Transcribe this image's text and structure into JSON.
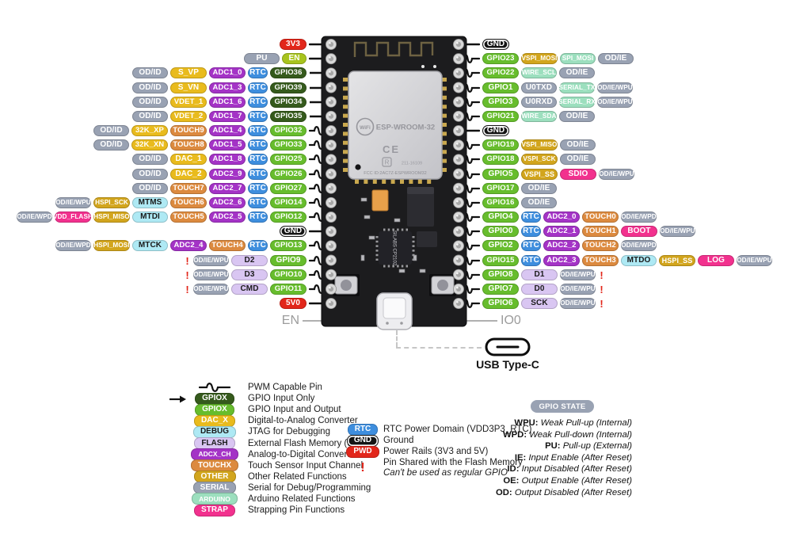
{
  "colors": {
    "pwr": "#e2261a",
    "gnd": "#141414",
    "en": "#a8c41e",
    "state": "#99a2b3",
    "yellow": "#e9bb1d",
    "touch": "#dc8a3f",
    "adc": "#a433c6",
    "rtc": "#3e8ede",
    "gpio": "#67bd2d",
    "gpin": "#355a1c",
    "debug": "#aee9f4",
    "flash": "#d9c6f2",
    "other": "#d2a51d",
    "serial": "#99a2b3",
    "ard": "#9cdfbe",
    "strap": "#f2318e",
    "bang": "#e2261a"
  },
  "left_pins": [
    {
      "conn": "line",
      "badges": [
        [
          "3V3",
          "pwr"
        ]
      ]
    },
    {
      "conn": "line",
      "badges": [
        [
          "PU",
          "state"
        ],
        [
          "EN",
          "en"
        ]
      ]
    },
    {
      "conn": "arrow",
      "badges": [
        [
          "OD/ID",
          "state"
        ],
        [
          "S_VP",
          "yellow"
        ],
        [
          "ADC1_0",
          "adc"
        ],
        [
          "RTC",
          "rtc"
        ],
        [
          "GPIO36",
          "gpin"
        ]
      ]
    },
    {
      "conn": "arrow",
      "badges": [
        [
          "OD/ID",
          "state"
        ],
        [
          "S_VN",
          "yellow"
        ],
        [
          "ADC1_3",
          "adc"
        ],
        [
          "RTC",
          "rtc"
        ],
        [
          "GPIO39",
          "gpin"
        ]
      ]
    },
    {
      "conn": "arrow",
      "badges": [
        [
          "OD/ID",
          "state"
        ],
        [
          "VDET_1",
          "yellow"
        ],
        [
          "ADC1_6",
          "adc"
        ],
        [
          "RTC",
          "rtc"
        ],
        [
          "GPIO34",
          "gpin"
        ]
      ]
    },
    {
      "conn": "arrow",
      "badges": [
        [
          "OD/ID",
          "state"
        ],
        [
          "VDET_2",
          "yellow"
        ],
        [
          "ADC1_7",
          "adc"
        ],
        [
          "RTC",
          "rtc"
        ],
        [
          "GPIO35",
          "gpin"
        ]
      ]
    },
    {
      "conn": "squig",
      "badges": [
        [
          "OD/ID",
          "state"
        ],
        [
          "32K_XP",
          "yellow"
        ],
        [
          "TOUCH9",
          "touch"
        ],
        [
          "ADC1_4",
          "adc"
        ],
        [
          "RTC",
          "rtc"
        ],
        [
          "GPIO32",
          "gpio"
        ]
      ]
    },
    {
      "conn": "squig",
      "badges": [
        [
          "OD/ID",
          "state"
        ],
        [
          "32K_XN",
          "yellow"
        ],
        [
          "TOUCH8",
          "touch"
        ],
        [
          "ADC1_5",
          "adc"
        ],
        [
          "RTC",
          "rtc"
        ],
        [
          "GPIO33",
          "gpio"
        ]
      ]
    },
    {
      "conn": "squig",
      "badges": [
        [
          "OD/ID",
          "state"
        ],
        [
          "DAC_1",
          "yellow"
        ],
        [
          "ADC1_8",
          "adc"
        ],
        [
          "RTC",
          "rtc"
        ],
        [
          "GPIO25",
          "gpio"
        ]
      ]
    },
    {
      "conn": "squig",
      "badges": [
        [
          "OD/ID",
          "state"
        ],
        [
          "DAC_2",
          "yellow"
        ],
        [
          "ADC2_9",
          "adc"
        ],
        [
          "RTC",
          "rtc"
        ],
        [
          "GPIO26",
          "gpio"
        ]
      ]
    },
    {
      "conn": "squig",
      "badges": [
        [
          "OD/ID",
          "state"
        ],
        [
          "TOUCH7",
          "touch"
        ],
        [
          "ADC2_7",
          "adc"
        ],
        [
          "RTC",
          "rtc"
        ],
        [
          "GPIO27",
          "gpio"
        ]
      ]
    },
    {
      "conn": "squig",
      "badges": [
        [
          "OD/IE/WPU",
          "state"
        ],
        [
          "HSPI_SCK",
          "other"
        ],
        [
          "MTMS",
          "debug"
        ],
        [
          "TOUCH6",
          "touch"
        ],
        [
          "ADC2_6",
          "adc"
        ],
        [
          "RTC",
          "rtc"
        ],
        [
          "GPIO14",
          "gpio"
        ]
      ]
    },
    {
      "conn": "squig",
      "badges": [
        [
          "OD/IE/WPD",
          "state"
        ],
        [
          "VDD_FLASH",
          "strap"
        ],
        [
          "HSPI_MISO",
          "other"
        ],
        [
          "MTDI",
          "debug"
        ],
        [
          "TOUCH5",
          "touch"
        ],
        [
          "ADC2_5",
          "adc"
        ],
        [
          "RTC",
          "rtc"
        ],
        [
          "GPIO12",
          "gpio"
        ]
      ]
    },
    {
      "conn": "line",
      "badges": [
        [
          "GND",
          "gnd"
        ]
      ]
    },
    {
      "conn": "squig",
      "badges": [
        [
          "OD/IE/WPD",
          "state"
        ],
        [
          "HSPI_MOSI",
          "other"
        ],
        [
          "MTCK",
          "debug"
        ],
        [
          "ADC2_4",
          "adc"
        ],
        [
          "TOUCH4",
          "touch"
        ],
        [
          "RTC",
          "rtc"
        ],
        [
          "GPIO13",
          "gpio"
        ]
      ]
    },
    {
      "conn": "squig",
      "badges": [
        [
          "!",
          "bang"
        ],
        [
          "OD/IE/WPU",
          "state"
        ],
        [
          "D2",
          "flash"
        ],
        [
          "GPIO9",
          "gpio"
        ]
      ]
    },
    {
      "conn": "squig",
      "badges": [
        [
          "!",
          "bang"
        ],
        [
          "OD/IE/WPU",
          "state"
        ],
        [
          "D3",
          "flash"
        ],
        [
          "GPIO10",
          "gpio"
        ]
      ]
    },
    {
      "conn": "squig",
      "badges": [
        [
          "!",
          "bang"
        ],
        [
          "OD/IE/WPU",
          "state"
        ],
        [
          "CMD",
          "flash"
        ],
        [
          "GPIO11",
          "gpio"
        ]
      ]
    },
    {
      "conn": "line",
      "badges": [
        [
          "5V0",
          "pwr"
        ]
      ]
    }
  ],
  "right_pins": [
    {
      "conn": "line",
      "badges": [
        [
          "GND",
          "gnd"
        ]
      ]
    },
    {
      "conn": "squig",
      "badges": [
        [
          "GPIO23",
          "gpio"
        ],
        [
          "VSPI_MOSI",
          "other"
        ],
        [
          "SPI_MOSI",
          "ard"
        ],
        [
          "OD/IE",
          "state"
        ]
      ]
    },
    {
      "conn": "squig",
      "badges": [
        [
          "GPIO22",
          "gpio"
        ],
        [
          "WIRE_SCL",
          "ard"
        ],
        [
          "OD/IE",
          "state"
        ]
      ]
    },
    {
      "conn": "squig",
      "badges": [
        [
          "GPIO1",
          "gpio"
        ],
        [
          "U0TXD",
          "serial"
        ],
        [
          "SERIAL_TX",
          "ard"
        ],
        [
          "OD/IE/WPU",
          "state"
        ]
      ]
    },
    {
      "conn": "squig",
      "badges": [
        [
          "GPIO3",
          "gpio"
        ],
        [
          "U0RXD",
          "serial"
        ],
        [
          "SERIAL_RX",
          "ard"
        ],
        [
          "OD/IE/WPU",
          "state"
        ]
      ]
    },
    {
      "conn": "squig",
      "badges": [
        [
          "GPIO21",
          "gpio"
        ],
        [
          "WIRE_SDA",
          "ard"
        ],
        [
          "OD/IE",
          "state"
        ]
      ]
    },
    {
      "conn": "line",
      "badges": [
        [
          "GND",
          "gnd"
        ]
      ]
    },
    {
      "conn": "squig",
      "badges": [
        [
          "GPIO19",
          "gpio"
        ],
        [
          "VSPI_MISO",
          "other"
        ],
        [
          "OD/IE",
          "state"
        ]
      ]
    },
    {
      "conn": "squig",
      "badges": [
        [
          "GPIO18",
          "gpio"
        ],
        [
          "VSPI_SCK",
          "other"
        ],
        [
          "OD/IE",
          "state"
        ]
      ]
    },
    {
      "conn": "squig",
      "badges": [
        [
          "GPIO5",
          "gpio"
        ],
        [
          "VSPI_SS",
          "other"
        ],
        [
          "SDIO",
          "strap"
        ],
        [
          "OD/IE/WPU",
          "state"
        ]
      ]
    },
    {
      "conn": "squig",
      "badges": [
        [
          "GPIO17",
          "gpio"
        ],
        [
          "OD/IE",
          "state"
        ]
      ]
    },
    {
      "conn": "squig",
      "badges": [
        [
          "GPIO16",
          "gpio"
        ],
        [
          "OD/IE",
          "state"
        ]
      ]
    },
    {
      "conn": "squig",
      "badges": [
        [
          "GPIO4",
          "gpio"
        ],
        [
          "RTC",
          "rtc"
        ],
        [
          "ADC2_0",
          "adc"
        ],
        [
          "TOUCH0",
          "touch"
        ],
        [
          "OD/IE/WPD",
          "state"
        ]
      ]
    },
    {
      "conn": "squig",
      "badges": [
        [
          "GPIO0",
          "gpio"
        ],
        [
          "RTC",
          "rtc"
        ],
        [
          "ADC2_1",
          "adc"
        ],
        [
          "TOUCH1",
          "touch"
        ],
        [
          "BOOT",
          "strap"
        ],
        [
          "OD/IE/WPU",
          "state"
        ]
      ]
    },
    {
      "conn": "squig",
      "badges": [
        [
          "GPIO2",
          "gpio"
        ],
        [
          "RTC",
          "rtc"
        ],
        [
          "ADC2_2",
          "adc"
        ],
        [
          "TOUCH2",
          "touch"
        ],
        [
          "OD/IE/WPD",
          "state"
        ]
      ]
    },
    {
      "conn": "squig",
      "badges": [
        [
          "GPIO15",
          "gpio"
        ],
        [
          "RTC",
          "rtc"
        ],
        [
          "ADC2_3",
          "adc"
        ],
        [
          "TOUCH3",
          "touch"
        ],
        [
          "MTDO",
          "debug"
        ],
        [
          "HSPI_SS",
          "other"
        ],
        [
          "LOG",
          "strap"
        ],
        [
          "OD/IE/WPU",
          "state"
        ]
      ]
    },
    {
      "conn": "squig",
      "badges": [
        [
          "GPIO8",
          "gpio"
        ],
        [
          "D1",
          "flash"
        ],
        [
          "OD/IE/WPU",
          "state"
        ],
        [
          "!",
          "bang"
        ]
      ]
    },
    {
      "conn": "squig",
      "badges": [
        [
          "GPIO7",
          "gpio"
        ],
        [
          "D0",
          "flash"
        ],
        [
          "OD/IE/WPU",
          "state"
        ],
        [
          "!",
          "bang"
        ]
      ]
    },
    {
      "conn": "squig",
      "badges": [
        [
          "GPIO6",
          "gpio"
        ],
        [
          "SCK",
          "flash"
        ],
        [
          "OD/IE/WPU",
          "state"
        ],
        [
          "!",
          "bang"
        ]
      ]
    }
  ],
  "board": {
    "wifi_logo": "WiFi",
    "module_label": "ESP-WROOM-32",
    "ce_mark": "CE",
    "reg_mark": "R",
    "cert_number": "211-16109",
    "fcc_line": "FCC ID:2AC7Z-ESPWROOM32",
    "chip_label": "SILABS CP2102",
    "en_label": "EN",
    "io0_label": "IO0",
    "usb_label": "USB Type-C"
  },
  "legend": {
    "functions": [
      {
        "icon": "pwm",
        "desc": "PWM Capable Pin"
      },
      {
        "icon": "arrow",
        "label": "GPIOX",
        "type": "gpin",
        "desc": "GPIO Input Only"
      },
      {
        "label": "GPIOX",
        "type": "gpio",
        "desc": "GPIO Input and Output"
      },
      {
        "label": "DAC_X",
        "type": "yellow",
        "desc": "Digital-to-Analog Converter"
      },
      {
        "label": "DEBUG",
        "type": "debug",
        "desc": "JTAG for Debugging"
      },
      {
        "label": "FLASH",
        "type": "flash",
        "desc": "External Flash Memory (SPI)"
      },
      {
        "label": "ADCX_CH",
        "type": "adc",
        "desc": "Analog-to-Digital Converter"
      },
      {
        "label": "TOUCHX",
        "type": "touch",
        "desc": "Touch Sensor Input Channel"
      },
      {
        "label": "OTHER",
        "type": "other",
        "desc": "Other Related Functions"
      },
      {
        "label": "SERIAL",
        "type": "serial",
        "desc": "Serial for Debug/Programming"
      },
      {
        "label": "ARDUINO",
        "type": "ard",
        "desc": "Arduino Related Functions"
      },
      {
        "label": "STRAP",
        "type": "strap",
        "desc": "Strapping Pin Functions"
      }
    ],
    "power": [
      {
        "label": "RTC",
        "type": "rtc",
        "desc": "RTC Power Domain (VDD3P3_RTC)"
      },
      {
        "label": "GND",
        "type": "gnd",
        "desc": "Ground"
      },
      {
        "label": "PWD",
        "type": "pwr",
        "desc": "Power Rails (3V3 and 5V)"
      },
      {
        "label": "!",
        "type": "bang",
        "desc": "Pin Shared with the Flash Memory",
        "desc2": "Can't be used as regular GPIO"
      }
    ],
    "gpio_state": {
      "title": "GPIO STATE",
      "items": [
        {
          "key": "WPU",
          "value": "Weak Pull-up (Internal)"
        },
        {
          "key": "WPD",
          "value": "Weak Pull-down (Internal)"
        },
        {
          "key": "PU",
          "value": "Pull-up (External)"
        },
        {
          "key": "IE",
          "value": "Input Enable (After Reset)"
        },
        {
          "key": "ID",
          "value": "Input Disabled (After Reset)"
        },
        {
          "key": "OE",
          "value": "Output Enable (After Reset)"
        },
        {
          "key": "OD",
          "value": "Output Disabled (After Reset)"
        }
      ]
    }
  }
}
